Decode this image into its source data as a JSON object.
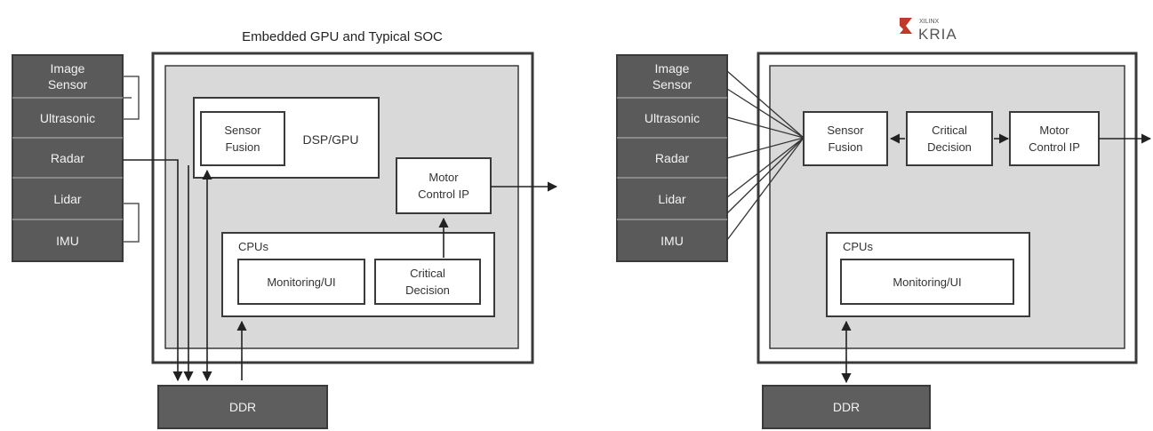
{
  "left": {
    "title": "Embedded GPU and Typical SOC",
    "sensors": [
      {
        "lines": [
          "Image",
          "Sensor"
        ]
      },
      {
        "lines": [
          "Ultrasonic"
        ]
      },
      {
        "lines": [
          "Radar"
        ]
      },
      {
        "lines": [
          "Lidar"
        ]
      },
      {
        "lines": [
          "IMU"
        ]
      }
    ],
    "dsp_gpu": "DSP/GPU",
    "sensor_fusion": [
      "Sensor",
      "Fusion"
    ],
    "motor_control": [
      "Motor",
      "Control IP"
    ],
    "cpus": "CPUs",
    "monitoring": "Monitoring/UI",
    "critical_decision": [
      "Critical",
      "Decision"
    ],
    "ddr": "DDR"
  },
  "right": {
    "logo_small": "XILINX",
    "logo_text": "KRIA",
    "sensors": [
      {
        "lines": [
          "Image",
          "Sensor"
        ]
      },
      {
        "lines": [
          "Ultrasonic"
        ]
      },
      {
        "lines": [
          "Radar"
        ]
      },
      {
        "lines": [
          "Lidar"
        ]
      },
      {
        "lines": [
          "IMU"
        ]
      }
    ],
    "sensor_fusion": [
      "Sensor",
      "Fusion"
    ],
    "critical_decision": [
      "Critical",
      "Decision"
    ],
    "motor_control": [
      "Motor",
      "Control IP"
    ],
    "cpus": "CPUs",
    "monitoring": "Monitoring/UI",
    "ddr": "DDR"
  },
  "colors": {
    "sensor_fill": "#5a5a5a",
    "ddr_fill": "#5e5e5e",
    "chip_fill": "#d9d9d9",
    "box_stroke": "#3a3a3a",
    "logo_red": "#c0392b"
  }
}
